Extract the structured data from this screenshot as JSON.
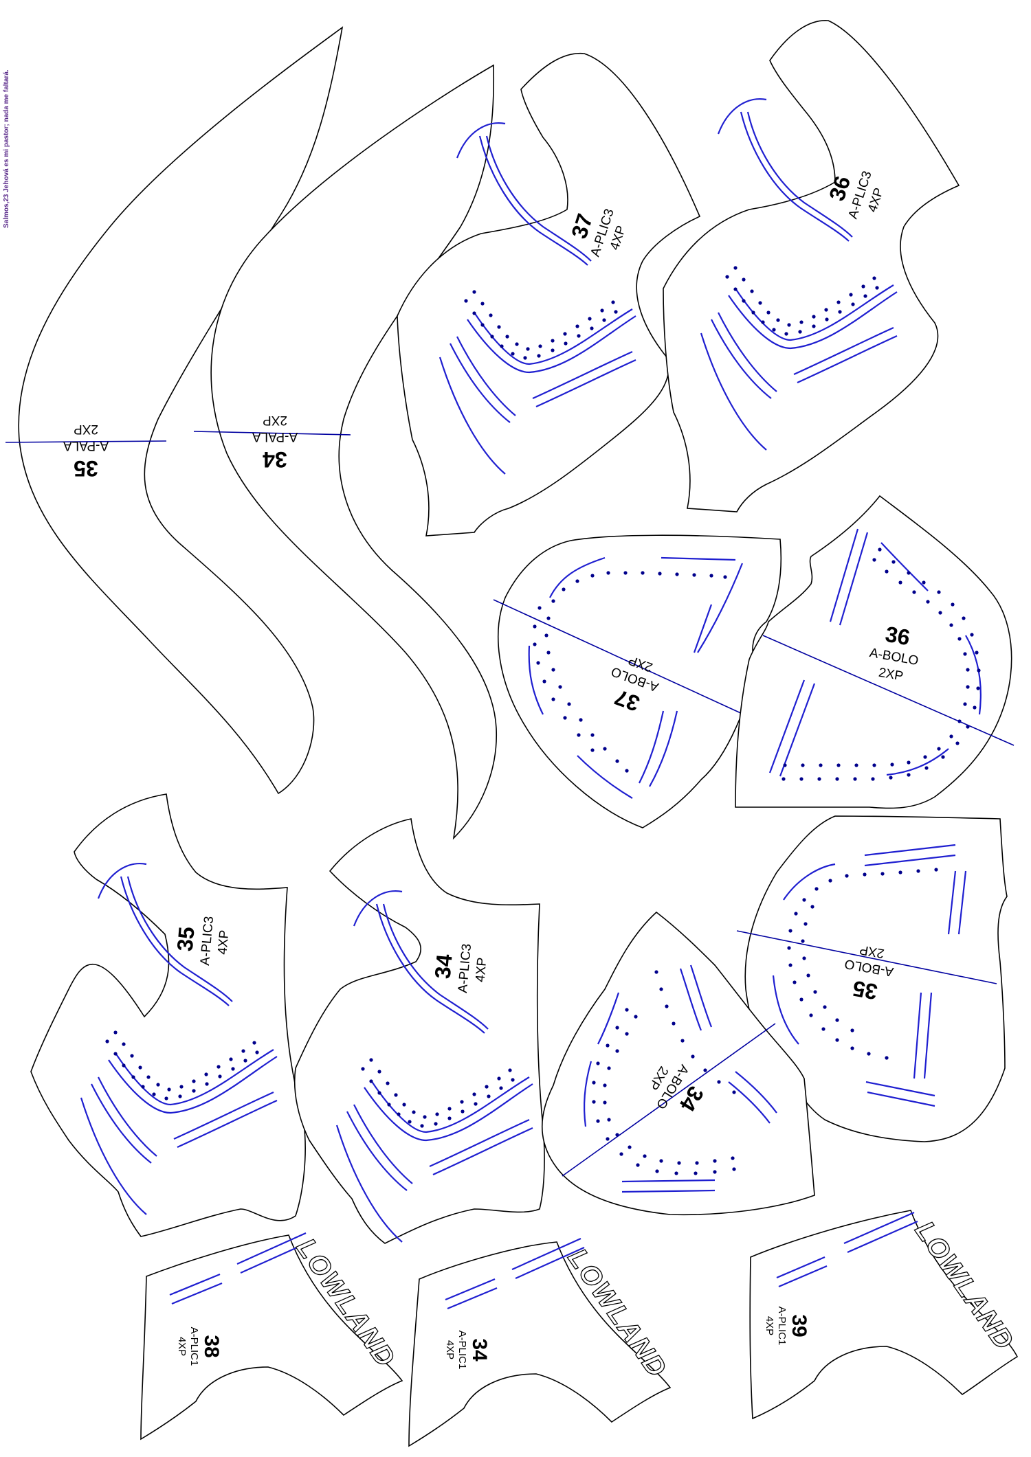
{
  "verse": "Salmos,23 Jehová es mi pastor; nada me faltará.",
  "colors": {
    "outline": "#000000",
    "stitch": "#1f1fd0",
    "perforation": "#00008b",
    "cut_line": "#0000a0",
    "verse": "#5a2a8a"
  },
  "pieces": {
    "pala35": {
      "number": "35",
      "name": "A-PALA",
      "qty": "2XP"
    },
    "pala34": {
      "number": "34",
      "name": "A-PALA",
      "qty": "2XP"
    },
    "plic3_37": {
      "number": "37",
      "name": "A-PLIC3",
      "qty": "4XP"
    },
    "plic3_36": {
      "number": "36",
      "name": "A-PLIC3",
      "qty": "4XP"
    },
    "bolo37": {
      "number": "37",
      "name": "A-BOLO",
      "qty": "2XP"
    },
    "bolo36": {
      "number": "36",
      "name": "A-BOLO",
      "qty": "2XP"
    },
    "plic3_35": {
      "number": "35",
      "name": "A-PLIC3",
      "qty": "4XP"
    },
    "plic3_34": {
      "number": "34",
      "name": "A-PLIC3",
      "qty": "4XP"
    },
    "bolo35": {
      "number": "35",
      "name": "A-BOLO",
      "qty": "2XP"
    },
    "bolo34": {
      "number": "34",
      "name": "A-BOLO",
      "qty": "2XP"
    },
    "plic1_38": {
      "number": "38",
      "name": "A-PLIC1",
      "qty": "4XP",
      "logo": "LOWLAND"
    },
    "plic1_34": {
      "number": "34",
      "name": "A-PLIC1",
      "qty": "4XP",
      "logo": "LOWLAND"
    },
    "plic1_39": {
      "number": "39",
      "name": "A-PLIC1",
      "qty": "4XP",
      "logo": "LOWLAND"
    }
  }
}
